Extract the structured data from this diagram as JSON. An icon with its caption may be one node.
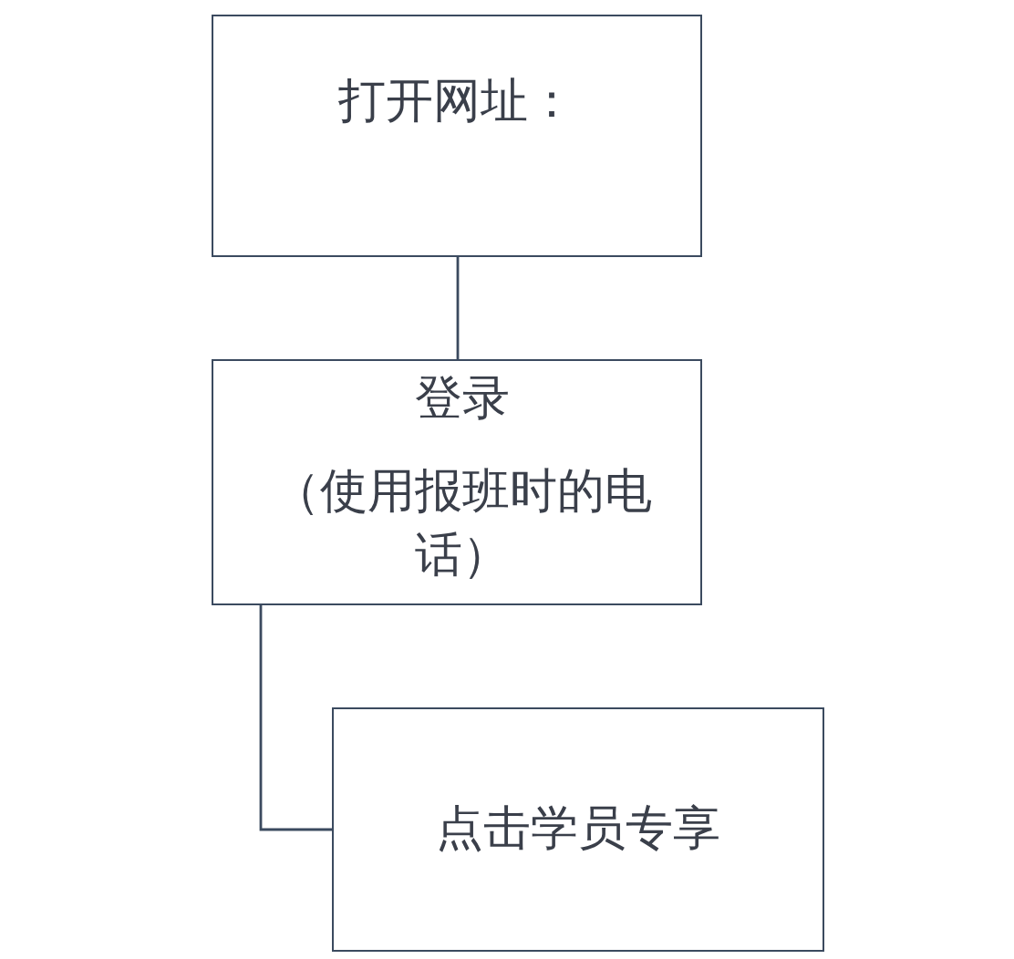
{
  "diagram": {
    "nodes": [
      {
        "text": [
          "打开网址："
        ]
      },
      {
        "text": [
          "登录",
          "（使用报班时的电话）"
        ]
      },
      {
        "text": [
          "点击学员专享"
        ]
      }
    ],
    "edges": [
      {
        "from": 0,
        "to": 1,
        "arrow": "none"
      },
      {
        "from": 1,
        "to": 2,
        "arrow": "none"
      }
    ]
  }
}
